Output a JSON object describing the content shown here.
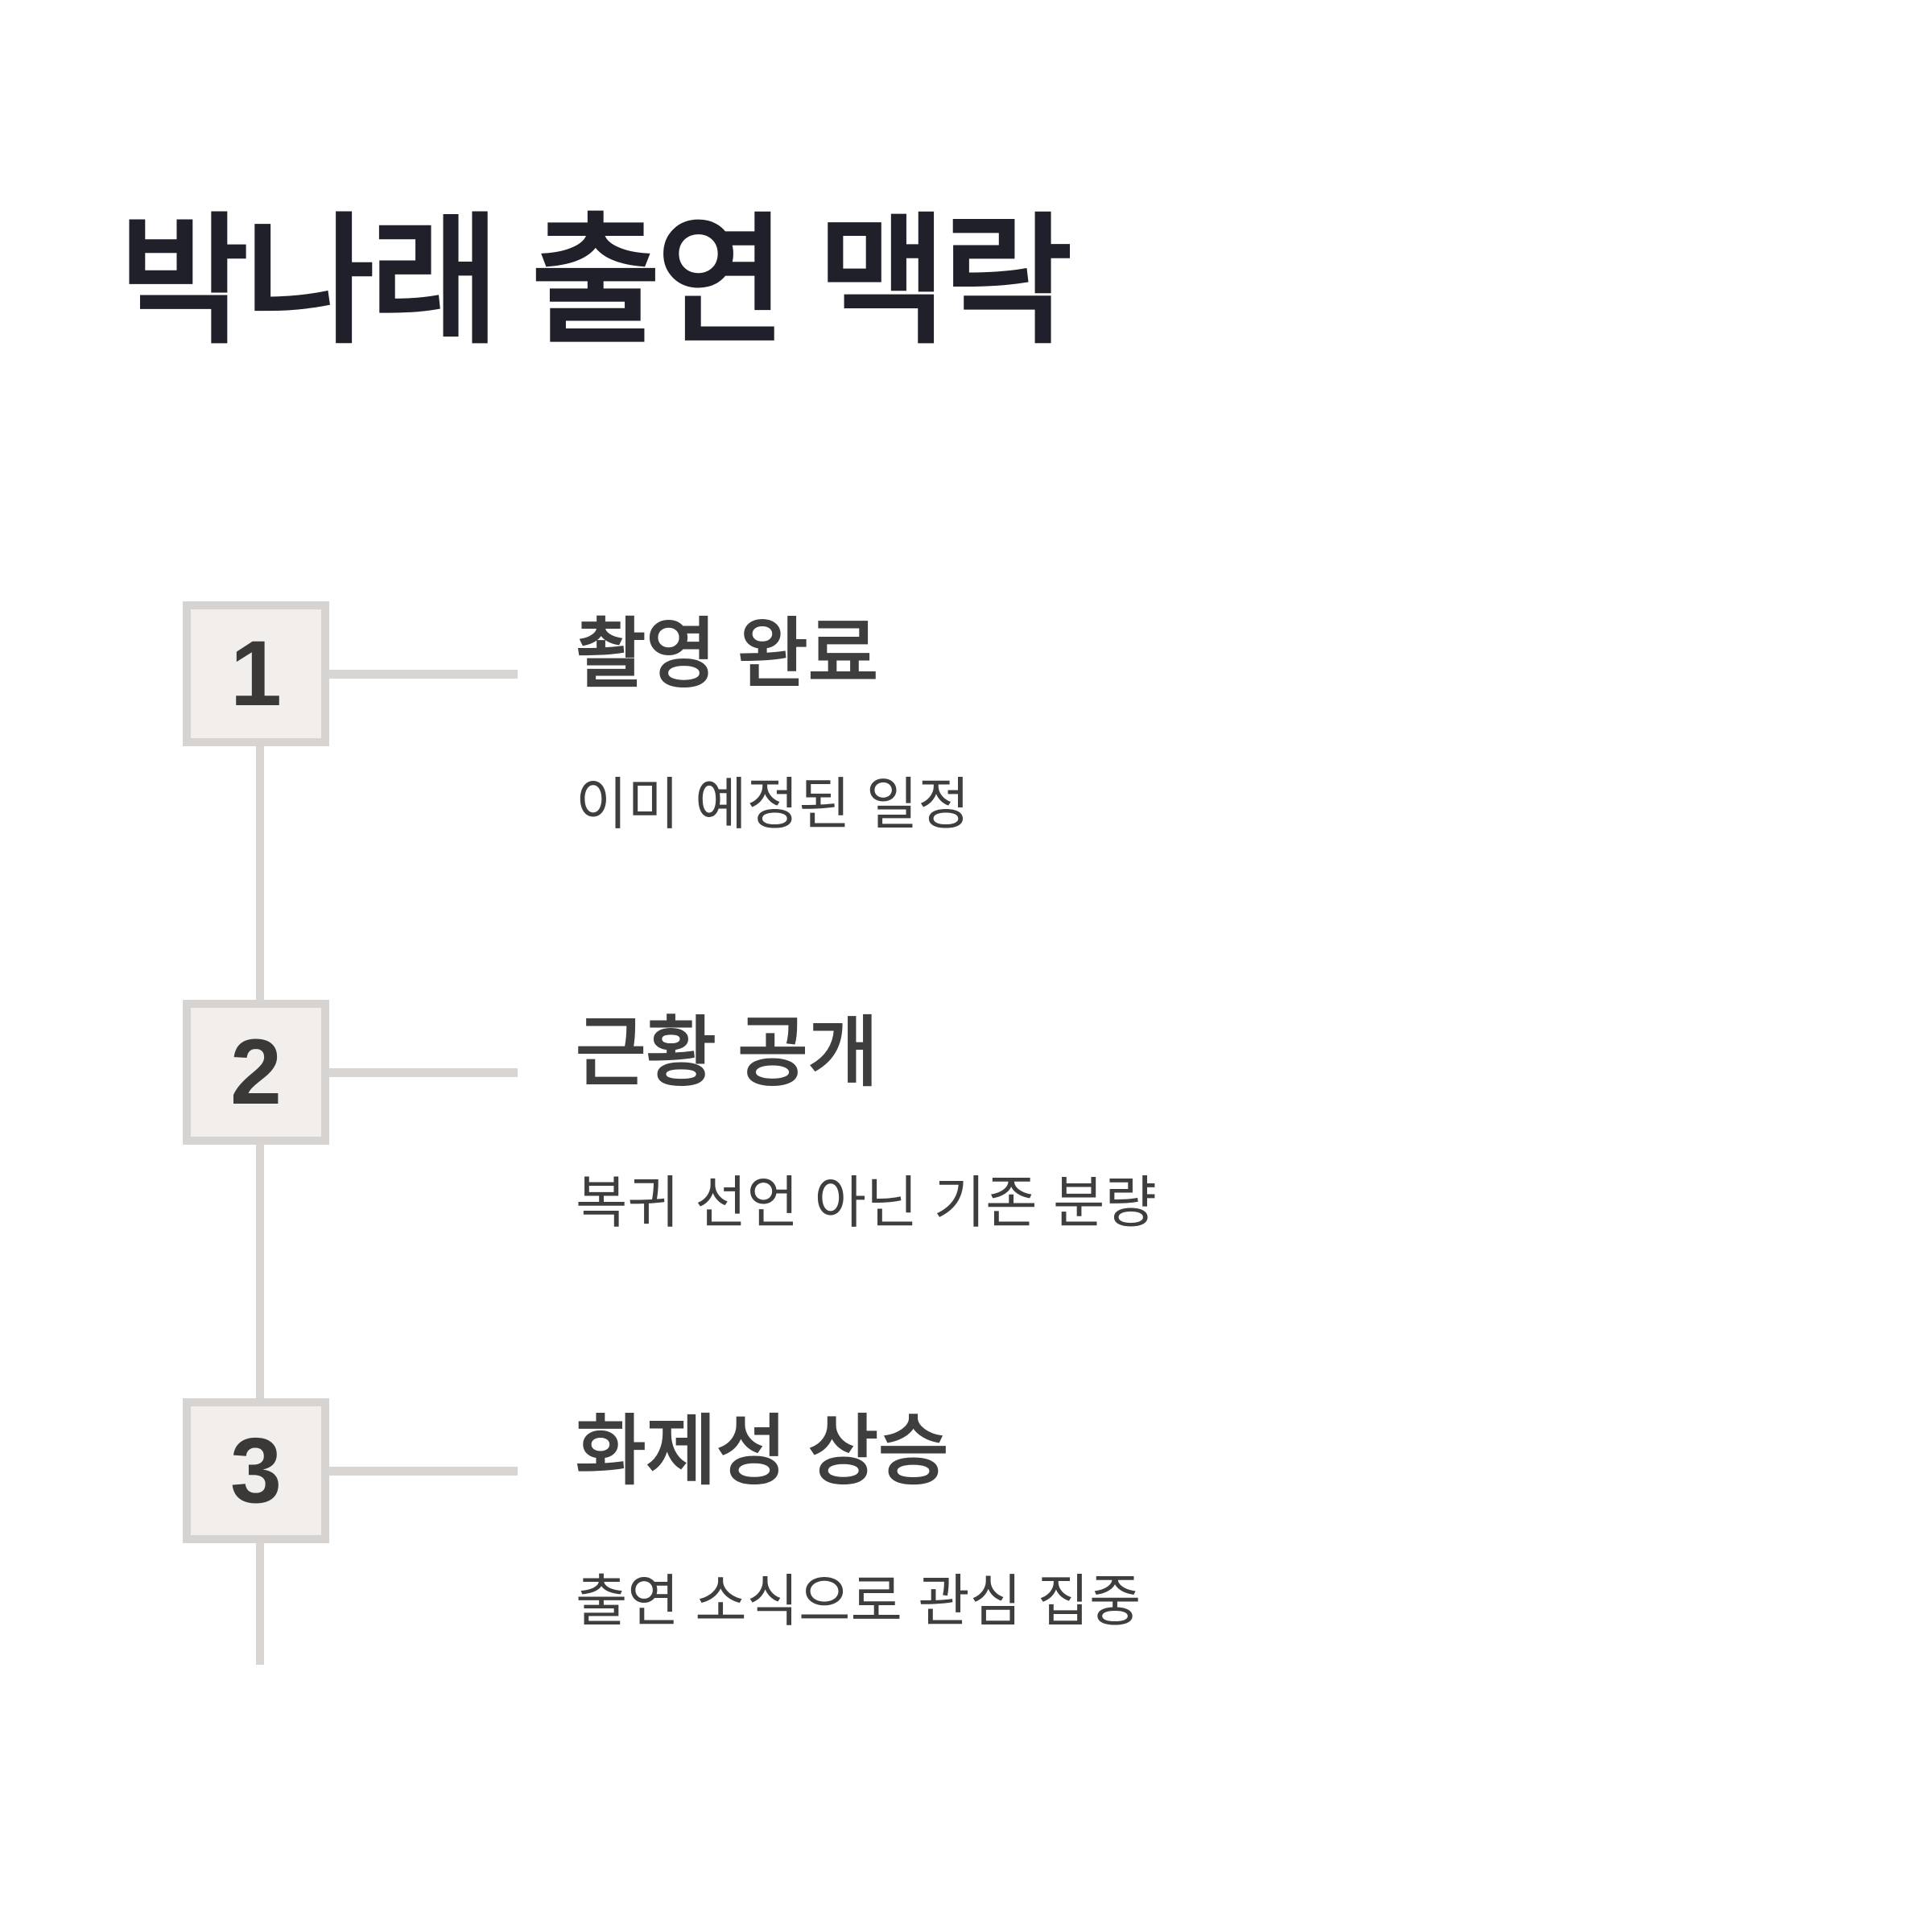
{
  "page": {
    "title": "박나래 출연 맥락",
    "background": "#ffffff"
  },
  "timeline": {
    "items": [
      {
        "number": "1",
        "title": "촬영 완료",
        "description": "이미 예정된 일정"
      },
      {
        "number": "2",
        "title": "근황 공개",
        "description": "복귀 선언 아닌 기존 분량"
      },
      {
        "number": "3",
        "title": "화제성 상승",
        "description": "출연 소식으로 관심 집중"
      }
    ]
  },
  "colors": {
    "heading_text": "#20202b",
    "step_box_fill": "#f1eeec",
    "step_box_border": "#d7d3d1",
    "step_number_text": "#3b3938",
    "connector_line": "#d9d5d3",
    "section_title_text": "#3e3e3e",
    "description_text": "#403e3d"
  }
}
